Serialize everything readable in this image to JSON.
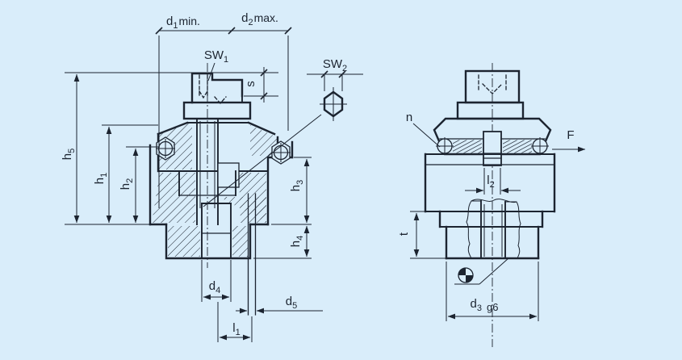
{
  "colors": {
    "background": "#d9edfa",
    "ink": "#1c2430"
  },
  "labels": {
    "d1": {
      "main": "d",
      "sub": "1",
      "suffix": "min."
    },
    "d2": {
      "main": "d",
      "sub": "2",
      "suffix": "max."
    },
    "sw1": {
      "main": "SW",
      "sub": "1"
    },
    "sw2": {
      "main": "SW",
      "sub": "2"
    },
    "s": {
      "main": "s"
    },
    "h5": {
      "main": "h",
      "sub": "5"
    },
    "h1": {
      "main": "h",
      "sub": "1"
    },
    "h2": {
      "main": "h",
      "sub": "2"
    },
    "h3": {
      "main": "h",
      "sub": "3"
    },
    "h4": {
      "main": "h",
      "sub": "4"
    },
    "d4": {
      "main": "d",
      "sub": "4"
    },
    "d5": {
      "main": "d",
      "sub": "5"
    },
    "l1": {
      "main": "l",
      "sub": "1"
    },
    "l2": {
      "main": "l",
      "sub": "2"
    },
    "n": {
      "main": "n"
    },
    "F": {
      "main": "F"
    },
    "t": {
      "main": "t"
    },
    "d3": {
      "main": "d",
      "sub": "3",
      "suffix": "g6"
    }
  }
}
